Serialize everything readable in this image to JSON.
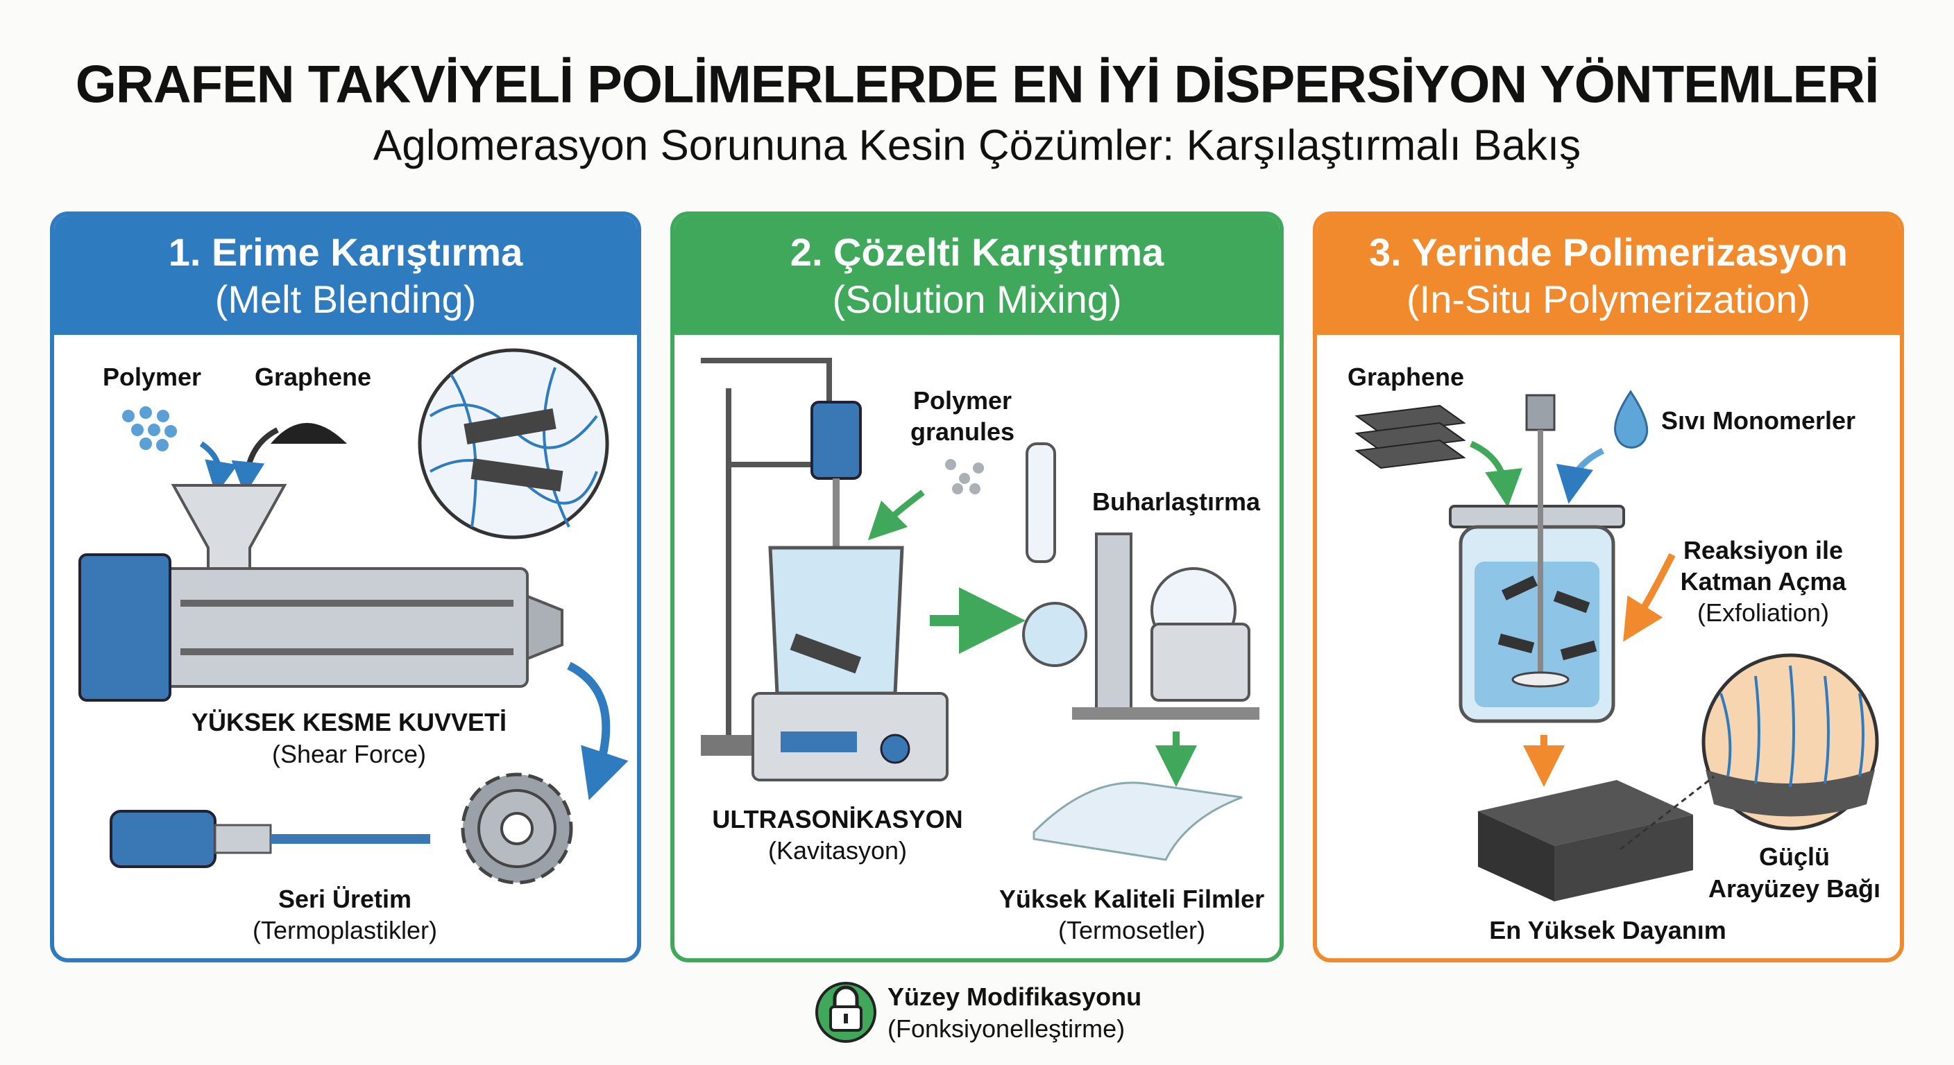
{
  "title": "GRAFEN TAKVİYELİ POLİMERLERDE EN İYİ DİSPERSİYON YÖNTEMLERİ",
  "subtitle": "Aglomerasyon Sorununa Kesin Çözümler: Karşılaştırmalı Bakış",
  "colors": {
    "blue": "#2f7bbf",
    "green": "#3fa85a",
    "orange": "#f08a2c"
  },
  "panels": [
    {
      "title": "1. Erime Karıştırma",
      "subtitle": "(Melt Blending)",
      "labels": {
        "polymer": "Polymer",
        "graphene": "Graphene",
        "shear": "YÜKSEK KESME KUVVETİ",
        "shear_sub": "(Shear Force)",
        "output": "Seri Üretim",
        "output_sub": "(Termoplastikler)"
      }
    },
    {
      "title": "2. Çözelti Karıştırma",
      "subtitle": "(Solution Mixing)",
      "labels": {
        "granules_1": "Polymer",
        "granules_2": "granules",
        "evap": "Buharlaştırma",
        "ultra": "ULTRASONİKASYON",
        "ultra_sub": "(Kavitasyon)",
        "output": "Yüksek Kaliteli Filmler",
        "output_sub": "(Termosetler)"
      }
    },
    {
      "title": "3. Yerinde Polimerizasyon",
      "subtitle": "(In-Situ Polymerization)",
      "labels": {
        "graphene": "Graphene",
        "monomer": "Sıvı Monomerler",
        "react_1": "Reaksiyon ile",
        "react_2": "Katman Açma",
        "react_3": "(Exfoliation)",
        "bond_1": "Güçlü",
        "bond_2": "Arayüzey Bağı",
        "output": "En Yüksek Dayanım"
      }
    }
  ],
  "footer": {
    "title": "Yüzey Modifikasyonu",
    "subtitle": "(Fonksiyonelleştirme)",
    "icon": "lock-icon"
  }
}
